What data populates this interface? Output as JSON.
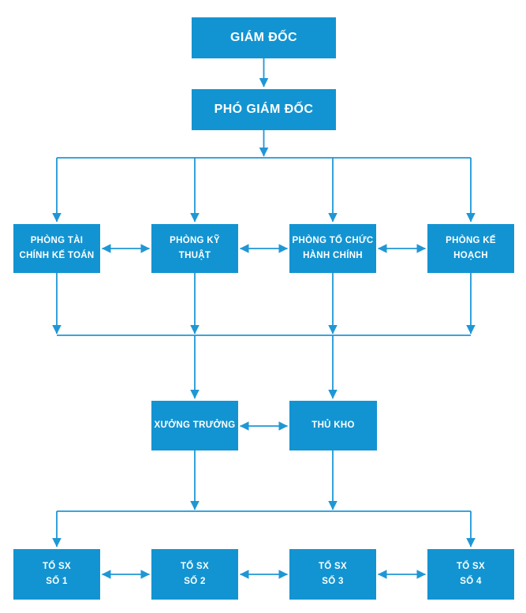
{
  "chart_type": "org-chart",
  "colors": {
    "box_fill": "#1294d2",
    "connector": "#1f97d5",
    "text": "#ffffff",
    "background": "#ffffff"
  },
  "nodes": {
    "director": {
      "label": "GIÁM ĐỐC"
    },
    "deputy_director": {
      "label": "PHÓ GIÁM ĐỐC"
    },
    "finance_accounting": {
      "line1": "PHÒNG TÀI",
      "line2": "CHÍNH KẾ TOÁN"
    },
    "technical": {
      "line1": "PHÒNG KỸ",
      "line2": "THUẬT"
    },
    "admin_organization": {
      "line1": "PHÒNG TỔ CHỨC",
      "line2": "HÀNH CHÍNH"
    },
    "planning": {
      "line1": "PHÒNG KẾ",
      "line2": "HOẠCH"
    },
    "workshop_manager": {
      "label": "XƯỞNG TRƯỞNG"
    },
    "warehouse_keeper": {
      "label": "THỦ KHO"
    },
    "production_team_1": {
      "line1": "TỔ SX",
      "line2": "SỐ 1"
    },
    "production_team_2": {
      "line1": "TỔ SX",
      "line2": "SỐ 2"
    },
    "production_team_3": {
      "line1": "TỔ SX",
      "line2": "SỐ 3"
    },
    "production_team_4": {
      "line1": "TỔ SX",
      "line2": "SỐ 4"
    }
  }
}
